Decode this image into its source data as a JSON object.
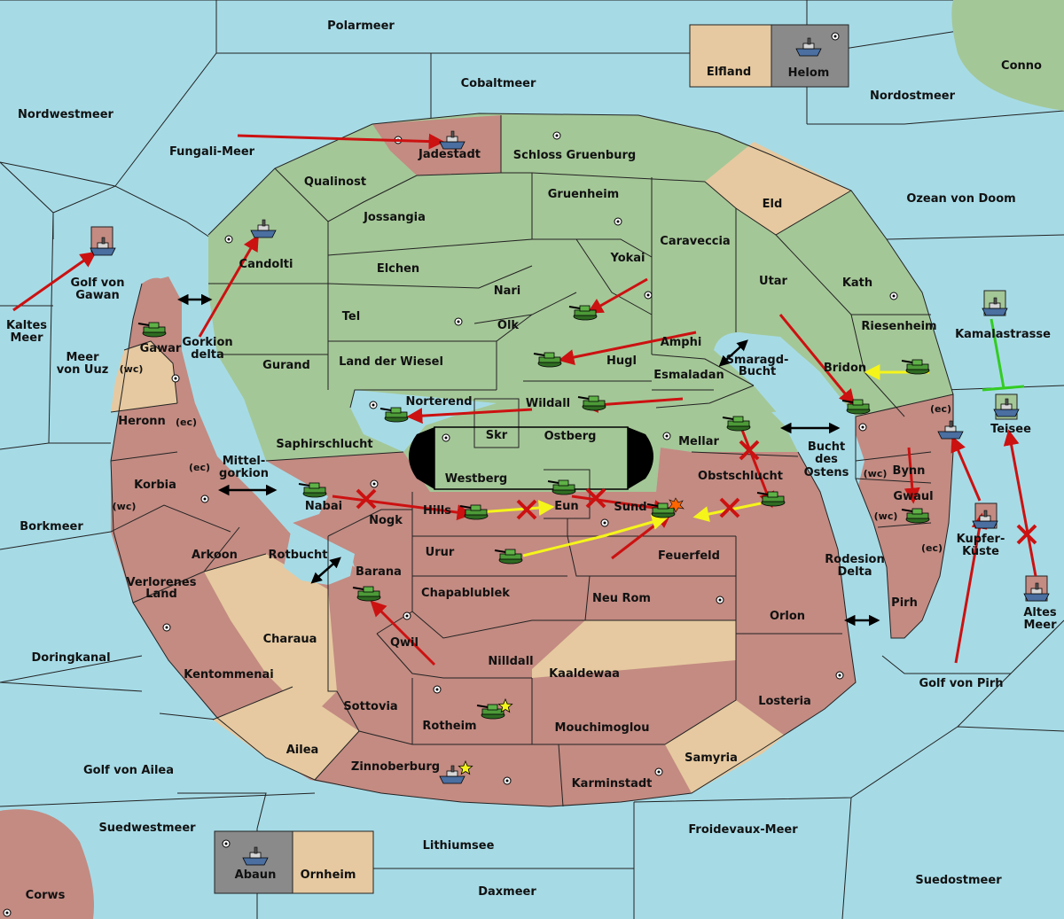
{
  "colors": {
    "sea": "#a6dbe6",
    "green": "#a4c797",
    "red": "#c38b82",
    "tan": "#e6c9a0",
    "grey": "#8a8a8a",
    "arrow_red": "#cc1111",
    "arrow_yellow": "#f5f51a",
    "arrow_green": "#33cc22"
  },
  "sea_labels": [
    {
      "id": "polarmeer",
      "text": "Polarmeer"
    },
    {
      "id": "cobaltmeer",
      "text": "Cobaltmeer"
    },
    {
      "id": "nordwestmeer",
      "text": "Nordwestmeer"
    },
    {
      "id": "nordostmeer",
      "text": "Nordostmeer"
    },
    {
      "id": "conno",
      "text": "Conno"
    },
    {
      "id": "fungali",
      "text": "Fungali-Meer"
    },
    {
      "id": "ozean",
      "text": "Ozean von Doom"
    },
    {
      "id": "kaltes1",
      "text": "Kaltes"
    },
    {
      "id": "kaltes2",
      "text": "Meer"
    },
    {
      "id": "gawan1",
      "text": "Golf von"
    },
    {
      "id": "gawan2",
      "text": "Gawan"
    },
    {
      "id": "uuz1",
      "text": "Meer"
    },
    {
      "id": "uuz2",
      "text": "von Uuz"
    },
    {
      "id": "gorkion1",
      "text": "Gorkion"
    },
    {
      "id": "gorkion2",
      "text": "delta"
    },
    {
      "id": "kamala",
      "text": "Kamalastrasse"
    },
    {
      "id": "smaragd1",
      "text": "Smaragd-"
    },
    {
      "id": "smaragd2",
      "text": "Bucht"
    },
    {
      "id": "bucht1",
      "text": "Bucht"
    },
    {
      "id": "bucht2",
      "text": "des"
    },
    {
      "id": "bucht3",
      "text": "Ostens"
    },
    {
      "id": "mittel1",
      "text": "Mittel-"
    },
    {
      "id": "mittel2",
      "text": "gorkion"
    },
    {
      "id": "borkmeer",
      "text": "Borkmeer"
    },
    {
      "id": "rotbucht",
      "text": "Rotbucht"
    },
    {
      "id": "rodesion1",
      "text": "Rodesion"
    },
    {
      "id": "rodesion2",
      "text": "Delta"
    },
    {
      "id": "doring",
      "text": "Doringkanal"
    },
    {
      "id": "pirhgolf",
      "text": "Golf von Pirh"
    },
    {
      "id": "altes1",
      "text": "Altes"
    },
    {
      "id": "altes2",
      "text": "Meer"
    },
    {
      "id": "ailea",
      "text": "Golf von Ailea"
    },
    {
      "id": "suedwest",
      "text": "Suedwestmeer"
    },
    {
      "id": "froide",
      "text": "Froidevaux-Meer"
    },
    {
      "id": "lithium",
      "text": "Lithiumsee"
    },
    {
      "id": "suedost",
      "text": "Suedostmeer"
    },
    {
      "id": "daxmeer",
      "text": "Daxmeer"
    },
    {
      "id": "corws",
      "text": "Corws"
    }
  ],
  "land_labels": [
    {
      "id": "elfland",
      "text": "Elfland"
    },
    {
      "id": "helom",
      "text": "Helom"
    },
    {
      "id": "jadestadt",
      "text": "Jadestadt"
    },
    {
      "id": "schloss",
      "text": "Schloss Gruenburg"
    },
    {
      "id": "qualinost",
      "text": "Qualinost"
    },
    {
      "id": "gruenheim",
      "text": "Gruenheim"
    },
    {
      "id": "eld",
      "text": "Eld"
    },
    {
      "id": "jossangia",
      "text": "Jossangia"
    },
    {
      "id": "candolti",
      "text": "Candolti"
    },
    {
      "id": "caraveccia",
      "text": "Caraveccia"
    },
    {
      "id": "elchen",
      "text": "Elchen"
    },
    {
      "id": "yokai",
      "text": "Yokai"
    },
    {
      "id": "utar",
      "text": "Utar"
    },
    {
      "id": "kath",
      "text": "Kath"
    },
    {
      "id": "nari",
      "text": "Nari"
    },
    {
      "id": "tel",
      "text": "Tel"
    },
    {
      "id": "olk",
      "text": "Olk"
    },
    {
      "id": "riesenheim",
      "text": "Riesenheim"
    },
    {
      "id": "amphi",
      "text": "Amphi"
    },
    {
      "id": "gawar",
      "text": "Gawar"
    },
    {
      "id": "gurand",
      "text": "Gurand"
    },
    {
      "id": "wiesel",
      "text": "Land der Wiesel"
    },
    {
      "id": "hugl",
      "text": "Hugl"
    },
    {
      "id": "bridon",
      "text": "Bridon"
    },
    {
      "id": "esmaladan",
      "text": "Esmaladan"
    },
    {
      "id": "wc1",
      "text": "(wc)"
    },
    {
      "id": "heronn",
      "text": "Heronn"
    },
    {
      "id": "ec1",
      "text": "(ec)"
    },
    {
      "id": "norterend",
      "text": "Norterend"
    },
    {
      "id": "wildall",
      "text": "Wildall"
    },
    {
      "id": "ec2",
      "text": "(ec)"
    },
    {
      "id": "teisee",
      "text": "Teisee"
    },
    {
      "id": "skr",
      "text": "Skr"
    },
    {
      "id": "ostberg",
      "text": "Ostberg"
    },
    {
      "id": "saphir",
      "text": "Saphirschlucht"
    },
    {
      "id": "mellar",
      "text": "Mellar"
    },
    {
      "id": "ec3",
      "text": "(ec)"
    },
    {
      "id": "korbia",
      "text": "Korbia"
    },
    {
      "id": "westberg",
      "text": "Westberg"
    },
    {
      "id": "obst",
      "text": "Obstschlucht"
    },
    {
      "id": "bynn",
      "text": "Bynn"
    },
    {
      "id": "wc2",
      "text": "(wc)"
    },
    {
      "id": "nabai",
      "text": "Nabai"
    },
    {
      "id": "eun",
      "text": "Eun"
    },
    {
      "id": "gwaul",
      "text": "Gwaul"
    },
    {
      "id": "wc3",
      "text": "(wc)"
    },
    {
      "id": "hills",
      "text": "Hills"
    },
    {
      "id": "sund",
      "text": "Sund"
    },
    {
      "id": "wc4",
      "text": "(wc)"
    },
    {
      "id": "nogk",
      "text": "Nogk"
    },
    {
      "id": "kupfer1",
      "text": "Kupfer-"
    },
    {
      "id": "kupfer2",
      "text": "Küste"
    },
    {
      "id": "ec4",
      "text": "(ec)"
    },
    {
      "id": "arkoon",
      "text": "Arkoon"
    },
    {
      "id": "urur",
      "text": "Urur"
    },
    {
      "id": "feuerfeld",
      "text": "Feuerfeld"
    },
    {
      "id": "barana",
      "text": "Barana"
    },
    {
      "id": "verloren1",
      "text": "Verlorenes"
    },
    {
      "id": "verloren2",
      "text": "Land"
    },
    {
      "id": "chapa",
      "text": "Chapablublek"
    },
    {
      "id": "neurom",
      "text": "Neu Rom"
    },
    {
      "id": "pirh",
      "text": "Pirh"
    },
    {
      "id": "orlon",
      "text": "Orlon"
    },
    {
      "id": "charaua",
      "text": "Charaua"
    },
    {
      "id": "qwil",
      "text": "Qwil"
    },
    {
      "id": "nilldall",
      "text": "Nilldall"
    },
    {
      "id": "kentom",
      "text": "Kentommenai"
    },
    {
      "id": "kaaldewaa",
      "text": "Kaaldewaa"
    },
    {
      "id": "losteria",
      "text": "Losteria"
    },
    {
      "id": "sottovia",
      "text": "Sottovia"
    },
    {
      "id": "rotheim",
      "text": "Rotheim"
    },
    {
      "id": "mouchi",
      "text": "Mouchimoglou"
    },
    {
      "id": "ailea_l",
      "text": "Ailea"
    },
    {
      "id": "samyria",
      "text": "Samyria"
    },
    {
      "id": "zinnober",
      "text": "Zinnoberburg"
    },
    {
      "id": "karmin",
      "text": "Karminstadt"
    },
    {
      "id": "abaun",
      "text": "Abaun"
    },
    {
      "id": "ornheim",
      "text": "Ornheim"
    }
  ],
  "units": [
    {
      "type": "fleet",
      "nation": "red",
      "at": "jadestadt"
    },
    {
      "type": "fleet",
      "nation": "green",
      "at": "candolti"
    },
    {
      "type": "fleet",
      "nation": "red",
      "at": "golf-von-gawan"
    },
    {
      "type": "fleet",
      "nation": "grey",
      "at": "helom"
    },
    {
      "type": "fleet",
      "nation": "grey",
      "at": "abaun"
    },
    {
      "type": "fleet",
      "nation": "green",
      "at": "kamalastrasse"
    },
    {
      "type": "fleet",
      "nation": "green",
      "at": "teisee"
    },
    {
      "type": "fleet",
      "nation": "red",
      "at": "kupfer-kueste"
    },
    {
      "type": "fleet",
      "nation": "red",
      "at": "altes-meer"
    },
    {
      "type": "fleet",
      "nation": "red",
      "at": "bynn"
    },
    {
      "type": "fleet",
      "nation": "red",
      "at": "zinnoberburg"
    },
    {
      "type": "army",
      "nation": "red",
      "at": "gawar"
    },
    {
      "type": "army",
      "nation": "green",
      "at": "nari"
    },
    {
      "type": "army",
      "nation": "green",
      "at": "land-der-wiesel"
    },
    {
      "type": "army",
      "nation": "green",
      "at": "norterend"
    },
    {
      "type": "army",
      "nation": "green",
      "at": "wildall"
    },
    {
      "type": "army",
      "nation": "green",
      "at": "bridon"
    },
    {
      "type": "army",
      "nation": "green",
      "at": "mellar"
    },
    {
      "type": "army",
      "nation": "green",
      "at": "riesenheim"
    },
    {
      "type": "army",
      "nation": "green",
      "at": "obstschlucht"
    },
    {
      "type": "army",
      "nation": "green",
      "at": "nabai"
    },
    {
      "type": "army",
      "nation": "green",
      "at": "hills"
    },
    {
      "type": "army",
      "nation": "green",
      "at": "eun"
    },
    {
      "type": "army",
      "nation": "green",
      "at": "sund"
    },
    {
      "type": "army",
      "nation": "green",
      "at": "urur"
    },
    {
      "type": "army",
      "nation": "green",
      "at": "gwaul"
    },
    {
      "type": "army",
      "nation": "green",
      "at": "barana"
    },
    {
      "type": "army",
      "nation": "green",
      "at": "rotheim"
    }
  ]
}
